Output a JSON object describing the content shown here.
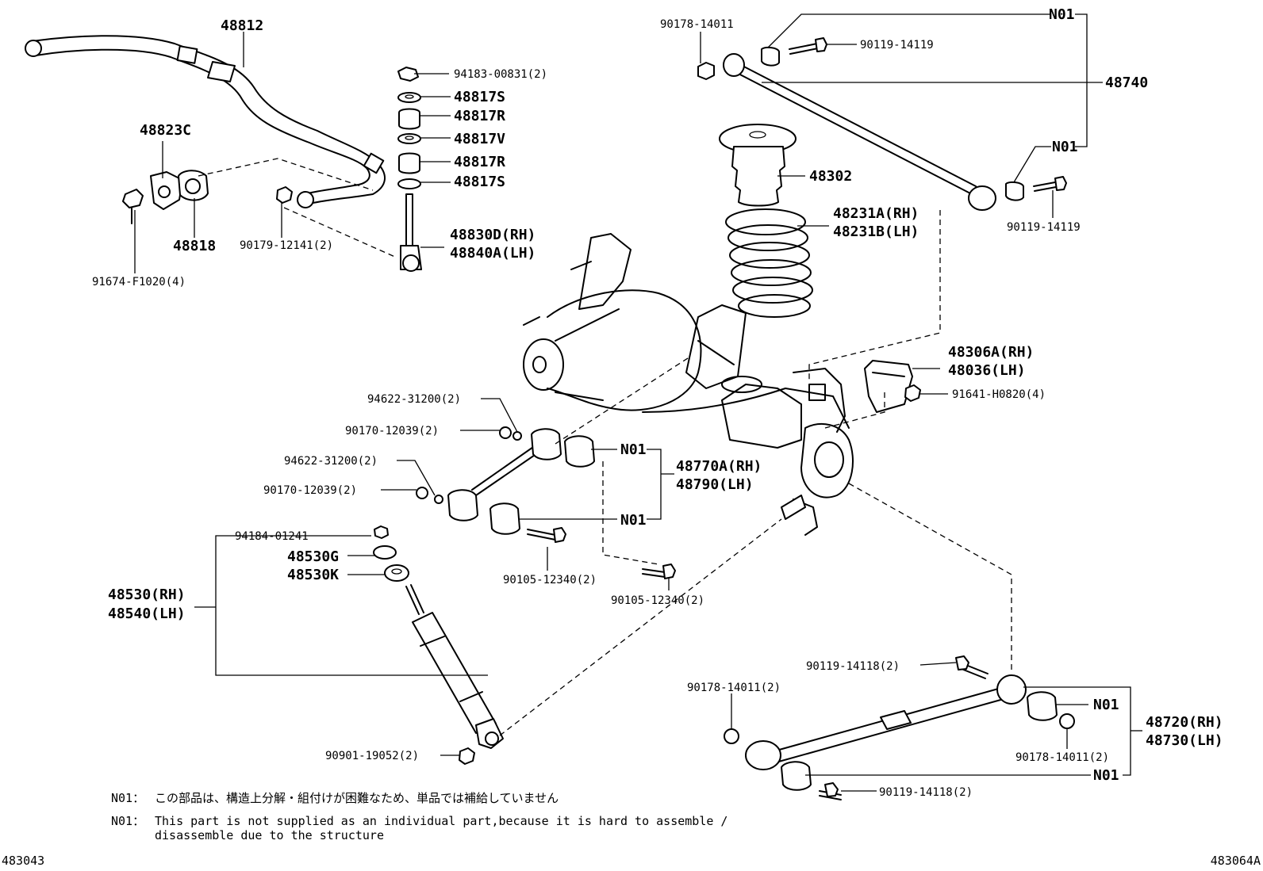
{
  "labels": {
    "p48812": "48812",
    "p94183": "94183-00831(2)",
    "p48817S_1": "48817S",
    "p48817R_1": "48817R",
    "p48817V": "48817V",
    "p48817R_2": "48817R",
    "p48817S_2": "48817S",
    "p48823C": "48823C",
    "p48818": "48818",
    "p90179": "90179-12141(2)",
    "p48830D": "48830D(RH)",
    "p48840A": "48840A(LH)",
    "p91674": "91674-F1020(4)",
    "p90178_top": "90178-14011",
    "pN01_top1": "N01",
    "p90119_top1": "90119-14119",
    "p48740": "48740",
    "pN01_top2": "N01",
    "p90119_top2": "90119-14119",
    "p48302": "48302",
    "p48231A": "48231A(RH)",
    "p48231B": "48231B(LH)",
    "p48306A": "48306A(RH)",
    "p48036": "48036(LH)",
    "p91641": "91641-H0820(4)",
    "p94622_1": "94622-31200(2)",
    "p90170_1": "90170-12039(2)",
    "p94622_2": "94622-31200(2)",
    "p90170_2": "90170-12039(2)",
    "pN01_mid1": "N01",
    "p48770A": "48770A(RH)",
    "p48790": "48790(LH)",
    "pN01_mid2": "N01",
    "p94184": "94184-01241",
    "p48530G": "48530G",
    "p48530K": "48530K",
    "p48530": "48530(RH)",
    "p48540": "48540(LH)",
    "p90105_1": "90105-12340(2)",
    "p90105_2": "90105-12340(2)",
    "p90119_b1": "90119-14118(2)",
    "p90178_b1": "90178-14011(2)",
    "pN01_b1": "N01",
    "p48720": "48720(RH)",
    "p48730": "48730(LH)",
    "p90178_b2": "90178-14011(2)",
    "pN01_b2": "N01",
    "p90909": "90901-19052(2)",
    "p90119_b2": "90119-14118(2)"
  },
  "notes": {
    "jp_key": "N01：",
    "jp_text": "この部品は、構造上分解・組付けが困難なため、単品では補給していません",
    "en_key": "N01：",
    "en_line1": "This part is not supplied as an individual part,because it is hard to assemble /",
    "en_line2": "disassemble due to the structure"
  },
  "footer": {
    "left_code": "483043",
    "right_code": "483064A"
  }
}
